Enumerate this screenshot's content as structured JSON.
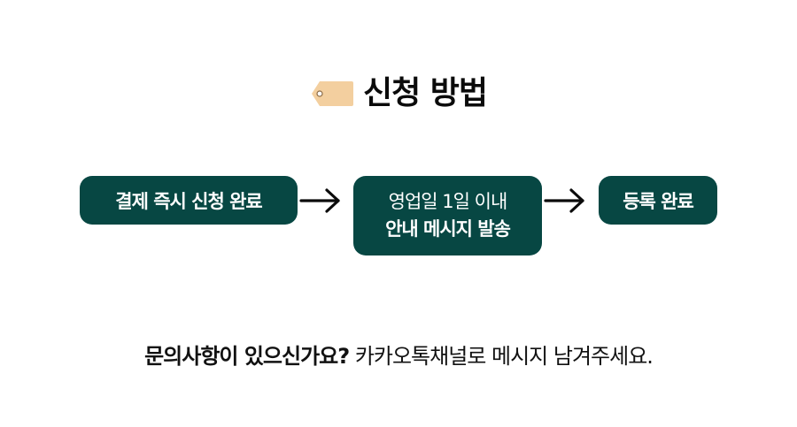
{
  "header": {
    "icon": "price-tag-icon",
    "title": "신청 방법"
  },
  "steps": [
    {
      "label": "결제 즉시 신청 완료"
    },
    {
      "line1": "영업일 1일 이내",
      "line2": "안내 메시지 발송"
    },
    {
      "label": "등록 완료"
    }
  ],
  "footer": {
    "question": "문의사항이 있으신가요?",
    "instruction": "카카오톡채널로 메시지 남겨주세요."
  },
  "colors": {
    "step_bg": "#074743",
    "step_text": "#ffffff",
    "tag": "#f3cf9f"
  }
}
